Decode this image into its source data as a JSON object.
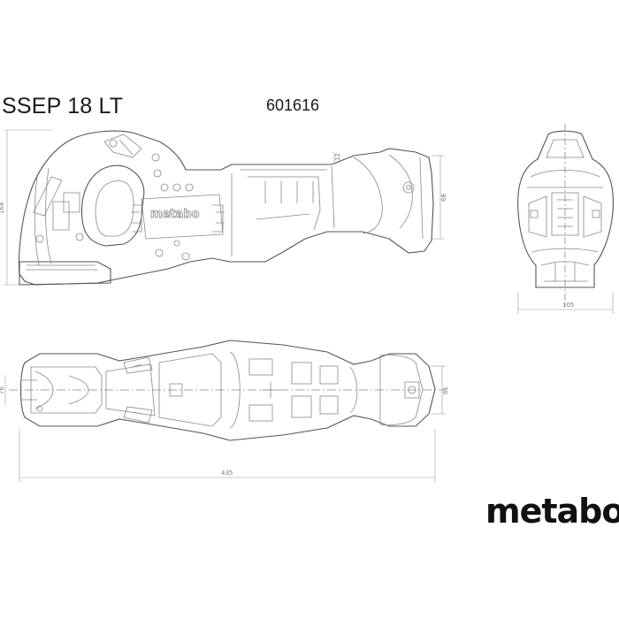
{
  "header": {
    "model": "SSEP 18 LT",
    "article_number": "601616"
  },
  "brand": {
    "logo_text": "metabo"
  },
  "side_view": {
    "logo_on_tool": "metabo",
    "height_dimension": "164",
    "blade_dimension": "12",
    "nose_dimension": "68"
  },
  "front_view": {
    "width_dimension": "105"
  },
  "top_view": {
    "length_dimension": "435",
    "left_dimension": "76",
    "right_dimension": "61"
  }
}
